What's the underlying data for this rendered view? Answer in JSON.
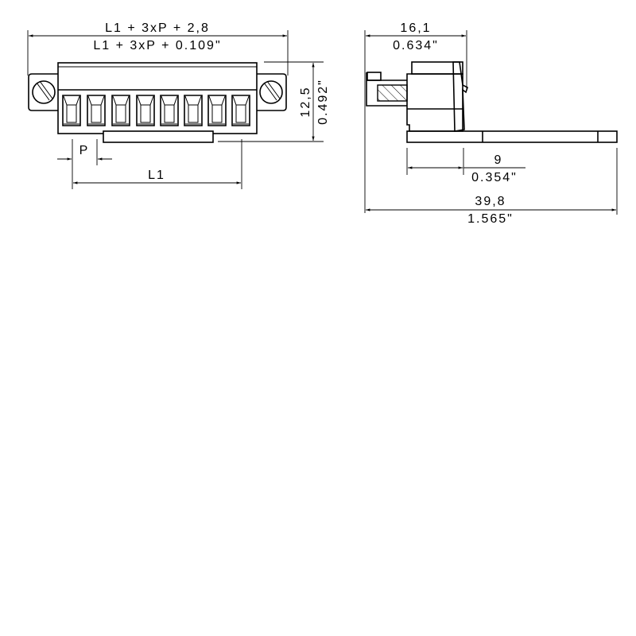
{
  "drawing": {
    "front_view": {
      "overall_width_mm": "L1 + 3xP + 2,8",
      "overall_width_in": "L1 + 3xP + 0.109\"",
      "height_mm": "12,5",
      "height_in": "0.492\"",
      "pitch_label": "P",
      "length_label": "L1",
      "terminal_count": 8,
      "screw_flanges": 2
    },
    "side_view": {
      "depth_mm": "16,1",
      "depth_in": "0.634\"",
      "offset_mm": "9",
      "offset_in": "0.354\"",
      "total_length_mm": "39,8",
      "total_length_in": "1.565\""
    }
  },
  "colors": {
    "line": "#000000",
    "background": "#ffffff"
  }
}
